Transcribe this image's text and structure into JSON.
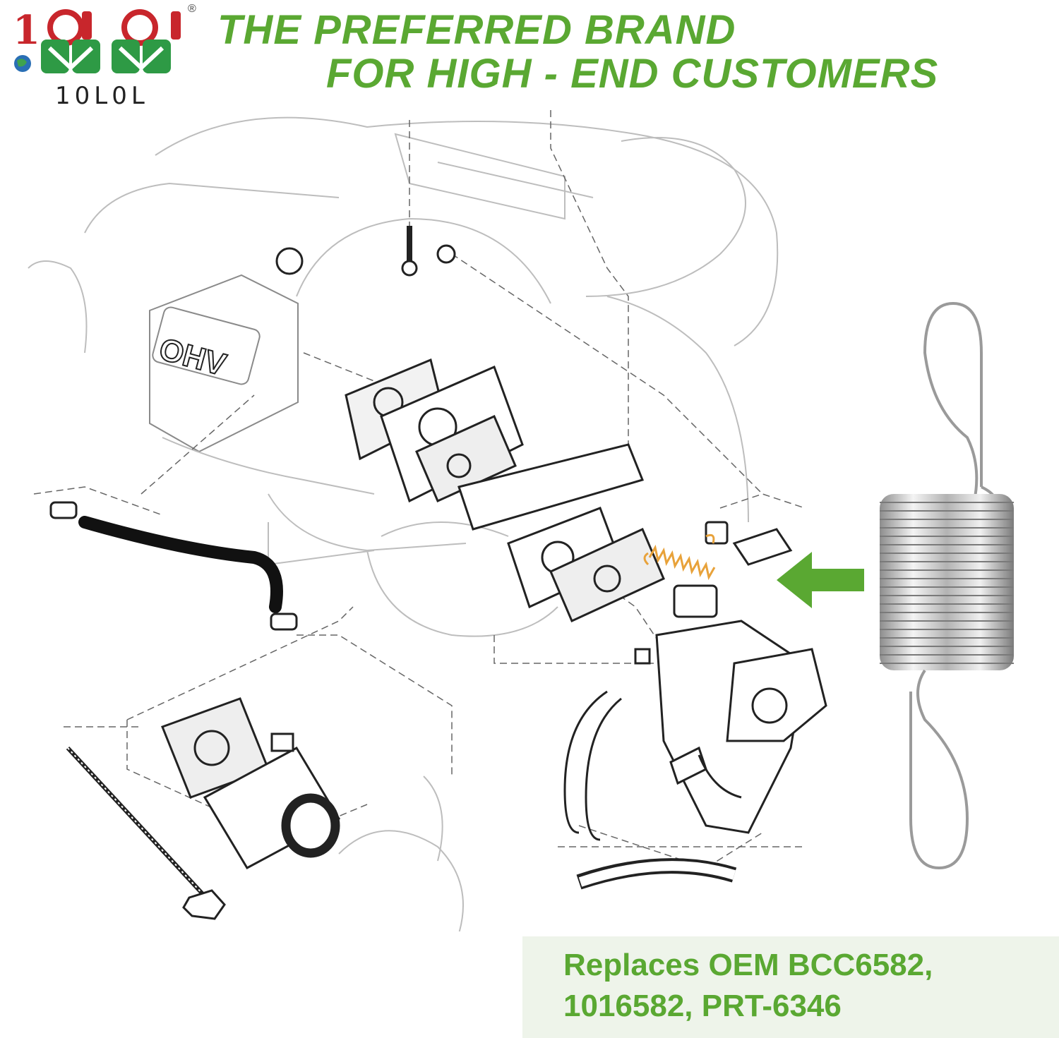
{
  "brand": {
    "logo_text": "10L0L",
    "registered_mark": "®"
  },
  "headline": {
    "line1": "THE PREFERRED BRAND",
    "line2": "FOR HIGH - END CUSTOMERS"
  },
  "diagram": {
    "engine_badge": "OHV"
  },
  "replaces": {
    "line1": "Replaces OEM BCC6582,",
    "line2": "1016582, PRT-6346"
  },
  "colors": {
    "accent_green": "#5aa832",
    "spring_highlight": "#e8a23a",
    "logo_red": "#c8262c",
    "logo_green": "#2e9a45",
    "box_bg": "#eef4ea"
  }
}
